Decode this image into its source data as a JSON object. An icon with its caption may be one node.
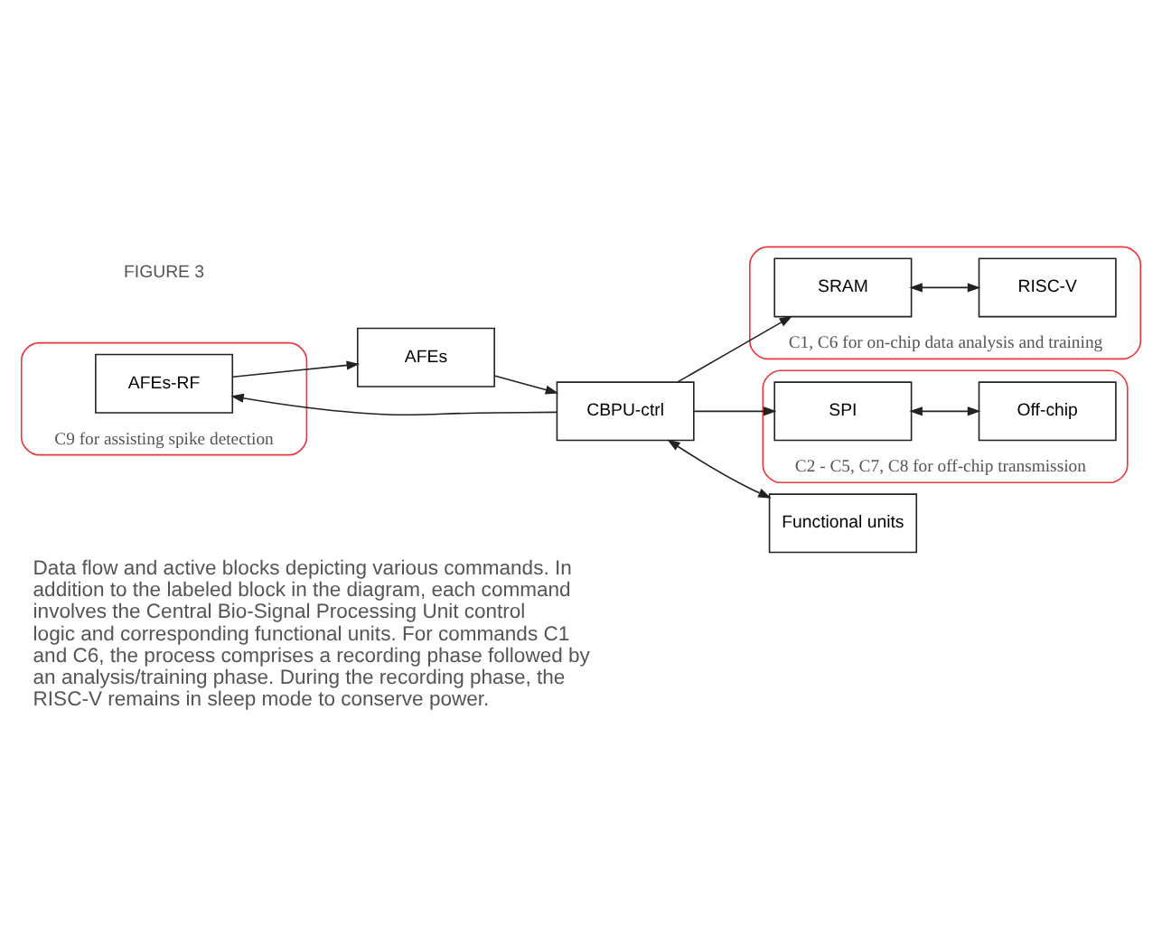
{
  "diagram": {
    "caption": "Data flow and active blocks depicting various commands. In addition to the labeled block in the diagram, each command involves the Central Bio-Signal Processing Unit control logic and corresponding functional units. For commands C1 and C6, the process comprises a recording phase followed by an analysis/training phase. During the recording phase, the RISC-V remains in sleep mode to conserve power.",
    "nodes": [
      {
        "text": [
          "C9 for assisting spike detection"
        ]
      },
      {
        "text": [
          "AFEs-RF"
        ],
        "in": 0
      },
      {
        "text": [
          "C1, C6 for on-chip data analysis and training"
        ]
      },
      {
        "text": [
          "SRAM"
        ],
        "in": 2
      },
      {
        "text": [
          "RISC-V"
        ],
        "in": 2
      },
      {
        "text": [
          "AFEs"
        ]
      },
      {
        "text": [
          "CBPU-ctrl"
        ]
      },
      {
        "text": [
          "C2 - C5, C7, C8 for off-chip transmission"
        ]
      },
      {
        "text": [
          "SPI"
        ],
        "in": 7
      },
      {
        "text": [
          "Off-chip"
        ],
        "in": 7
      },
      {
        "text": [
          "Functional units"
        ]
      }
    ],
    "edges": [
      {
        "from": 1,
        "to": 5,
        "arrow": "to"
      },
      {
        "from": 5,
        "to": 6,
        "arrow": "to"
      },
      {
        "from": 6,
        "to": 1,
        "arrow": "to"
      },
      {
        "from": 6,
        "to": 3,
        "arrow": "to"
      },
      {
        "from": 3,
        "to": 4,
        "arrow": "both"
      },
      {
        "from": 6,
        "to": 8,
        "arrow": "to"
      },
      {
        "from": 8,
        "to": 9,
        "arrow": "both"
      },
      {
        "from": 6,
        "to": 10,
        "arrow": "both"
      }
    ],
    "labels": [
      "FIGURE 3"
    ]
  }
}
